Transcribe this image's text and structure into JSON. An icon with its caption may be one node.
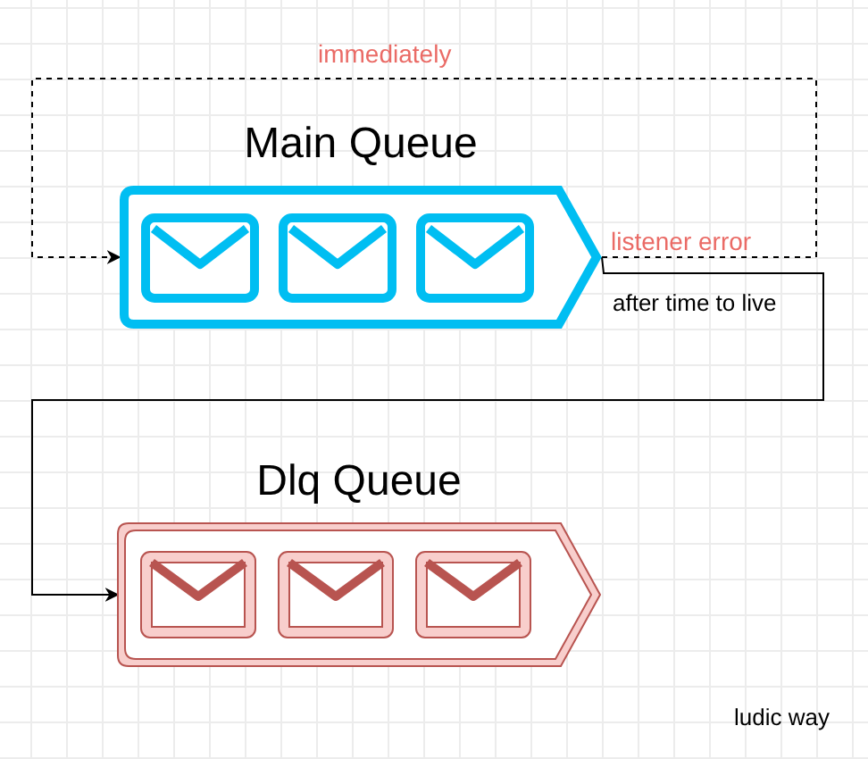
{
  "diagram": {
    "nodes": [
      {
        "text": [
          "Main Queue"
        ]
      },
      {
        "text": [
          "Dlq Queue"
        ]
      }
    ],
    "edges": [
      {
        "from": 0,
        "to": 0,
        "arrow": "to",
        "style": "dashed",
        "label": "immediately"
      },
      {
        "from": 0,
        "to": 1,
        "arrow": "to",
        "label": "after time to live"
      }
    ],
    "labels": [
      "listener error",
      "ludic way"
    ]
  }
}
